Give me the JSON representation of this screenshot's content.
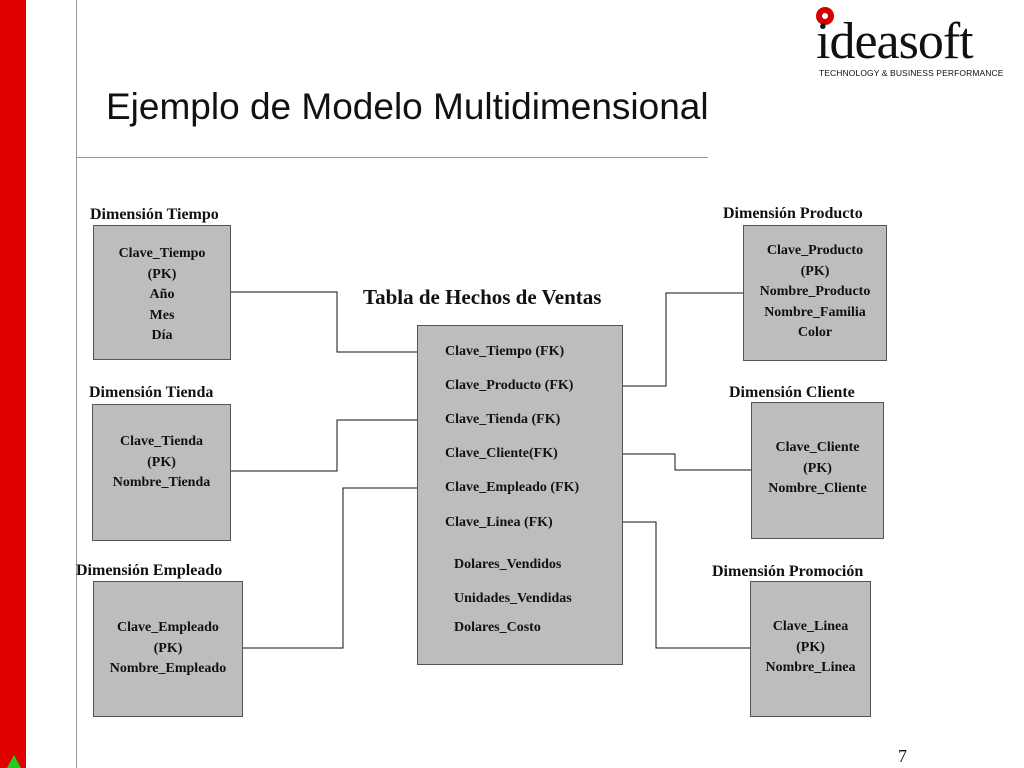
{
  "title": "Ejemplo de Modelo Multidimensional",
  "logo": {
    "name": "ideasoft",
    "tagline": "TECHNOLOGY & BUSINESS PERFORMANCE",
    "accent_color": "#d40000"
  },
  "colors": {
    "side_bar": "#e00000",
    "box_fill": "#bdbdbd",
    "nav_arrow": "#22cc22"
  },
  "fact_table": {
    "title": "Tabla de Hechos de Ventas",
    "keys": [
      "Clave_Tiempo (FK)",
      "Clave_Producto (FK)",
      "Clave_Tienda (FK)",
      "Clave_Cliente(FK)",
      "Clave_Empleado (FK)",
      "Clave_Linea (FK)"
    ],
    "measures": [
      "Dolares_Vendidos",
      "Unidades_Vendidas",
      "Dolares_Costo"
    ]
  },
  "dimensions": {
    "tiempo": {
      "label": "Dimensión Tiempo",
      "fields": [
        "Clave_Tiempo",
        "(PK)",
        "Año",
        "Mes",
        "Día"
      ]
    },
    "tienda": {
      "label": "Dimensión Tienda",
      "fields": [
        "Clave_Tienda",
        "(PK)",
        "Nombre_Tienda"
      ]
    },
    "empleado": {
      "label": "Dimensión Empleado",
      "fields": [
        "Clave_Empleado",
        "(PK)",
        "Nombre_Empleado"
      ]
    },
    "producto": {
      "label": "Dimensión Producto",
      "fields": [
        "Clave_Producto",
        "(PK)",
        "Nombre_Producto",
        "Nombre_Familia",
        "Color"
      ]
    },
    "cliente": {
      "label": "Dimensión Cliente",
      "fields": [
        "Clave_Cliente",
        "(PK)",
        "Nombre_Cliente"
      ]
    },
    "promocion": {
      "label": "Dimensión Promoción",
      "fields": [
        "Clave_Linea",
        "(PK)",
        "Nombre_Linea"
      ]
    }
  },
  "page_number": "7"
}
